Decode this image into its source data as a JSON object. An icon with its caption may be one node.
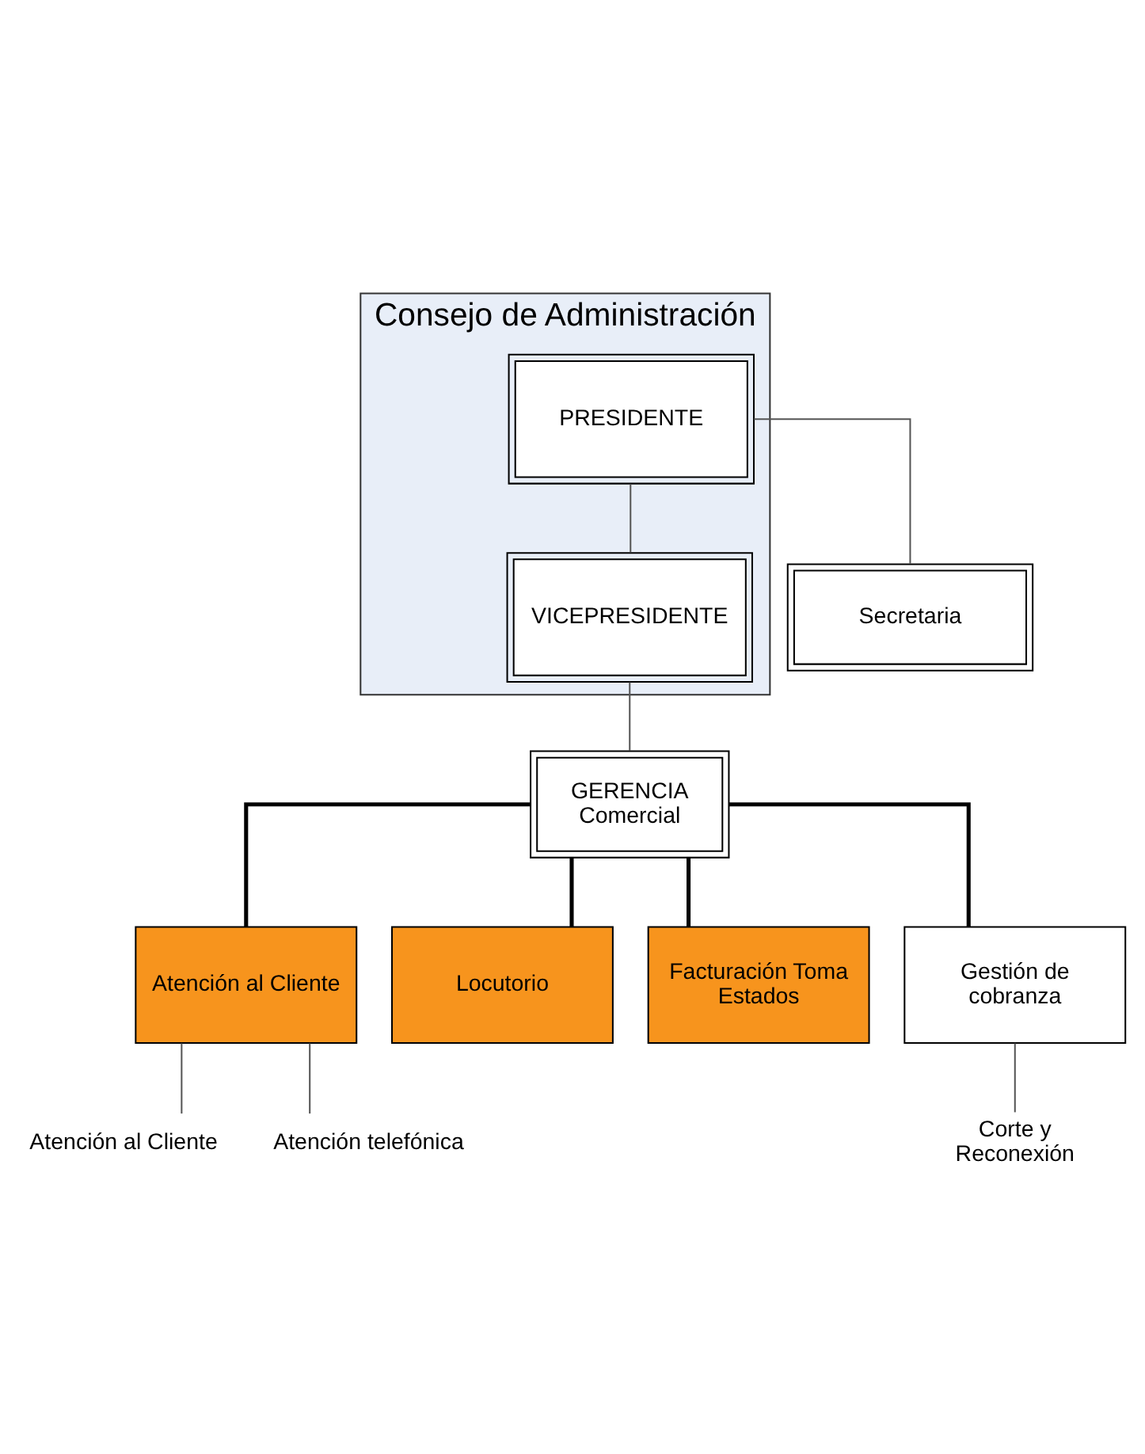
{
  "diagram": {
    "nodes": [
      {
        "text": [
          "Consejo de Administración"
        ]
      },
      {
        "text": [
          "PRESIDENTE"
        ],
        "in": 0
      },
      {
        "text": [
          "VICEPRESIDENTE"
        ],
        "in": 0
      },
      {
        "text": [
          "Secretaria"
        ]
      },
      {
        "text": [
          "GERENCIA Comercial"
        ]
      },
      {
        "text": [
          "Atención al Cliente"
        ]
      },
      {
        "text": [
          "Locutorio"
        ]
      },
      {
        "text": [
          "Facturación Toma Estados"
        ]
      },
      {
        "text": [
          "Gestión de cobranza"
        ]
      },
      {
        "text": [
          "Atención al Cliente"
        ]
      },
      {
        "text": [
          "Atención telefónica"
        ]
      },
      {
        "text": [
          "Corte y Reconexión"
        ]
      }
    ],
    "edges": [
      {
        "from": 1,
        "to": 2,
        "arrow": "none"
      },
      {
        "from": 1,
        "to": 3,
        "arrow": "none"
      },
      {
        "from": 2,
        "to": 4,
        "arrow": "none"
      },
      {
        "from": 4,
        "to": 5,
        "arrow": "none",
        "style": "thick"
      },
      {
        "from": 4,
        "to": 6,
        "arrow": "none",
        "style": "thick"
      },
      {
        "from": 4,
        "to": 7,
        "arrow": "none",
        "style": "thick"
      },
      {
        "from": 4,
        "to": 8,
        "arrow": "none",
        "style": "thick"
      },
      {
        "from": 5,
        "to": 9,
        "arrow": "none"
      },
      {
        "from": 5,
        "to": 10,
        "arrow": "none"
      },
      {
        "from": 8,
        "to": 11,
        "arrow": "none"
      }
    ]
  }
}
